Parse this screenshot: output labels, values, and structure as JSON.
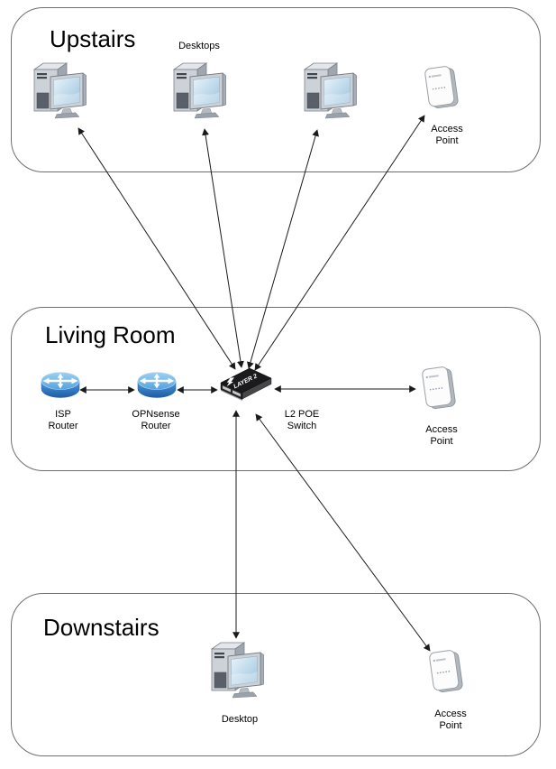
{
  "diagram": {
    "type": "home-network-topology",
    "zones": [
      {
        "title": "Upstairs"
      },
      {
        "title": "Living Room"
      },
      {
        "title": "Downstairs"
      }
    ],
    "labels": {
      "upstairs_desktops": "Desktops",
      "upstairs_ap": "Access\nPoint",
      "isp_router": "ISP\nRouter",
      "opnsense_router": "OPNsense\nRouter",
      "switch": "L2 POE\nSwitch",
      "switch_device_text": "LAYER 2",
      "living_ap": "Access\nPoint",
      "downstairs_desktop": "Desktop",
      "downstairs_ap": "Access\nPoint"
    },
    "connections": [
      {
        "from": "L2 POE Switch",
        "to": "Upstairs Desktop 1",
        "arrows": "both"
      },
      {
        "from": "L2 POE Switch",
        "to": "Upstairs Desktop 2",
        "arrows": "both"
      },
      {
        "from": "L2 POE Switch",
        "to": "Upstairs Desktop 3",
        "arrows": "both"
      },
      {
        "from": "L2 POE Switch",
        "to": "Upstairs Access Point",
        "arrows": "both"
      },
      {
        "from": "ISP Router",
        "to": "OPNsense Router",
        "arrows": "both"
      },
      {
        "from": "OPNsense Router",
        "to": "L2 POE Switch",
        "arrows": "both"
      },
      {
        "from": "L2 POE Switch",
        "to": "Living Room Access Point",
        "arrows": "both"
      },
      {
        "from": "L2 POE Switch",
        "to": "Downstairs Desktop",
        "arrows": "both"
      },
      {
        "from": "L2 POE Switch",
        "to": "Downstairs Access Point",
        "arrows": "both"
      }
    ],
    "colors": {
      "zone_border": "#6e6e6e",
      "connector": "#1a1a1a",
      "router_blue": "#3d8ed8",
      "switch_body": "#1b1b1d"
    }
  }
}
